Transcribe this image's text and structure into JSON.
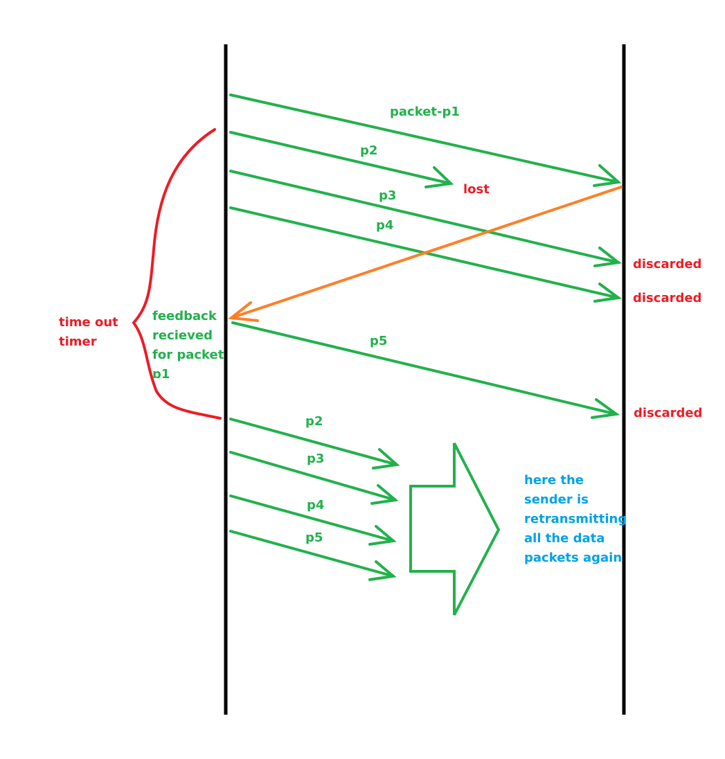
{
  "colors": {
    "packet": "#22b14c",
    "feedback": "#ff7f27",
    "error": "#ed1c24",
    "note": "#00a2e8",
    "timeline": "#000000"
  },
  "packets": {
    "p1": "packet-p1",
    "p2": "p2",
    "p3": "p3",
    "p4": "p4",
    "p5": "p5",
    "retx_p2": "p2",
    "retx_p3": "p3",
    "retx_p4": "p4",
    "retx_p5": "p5"
  },
  "status": {
    "lost": "lost",
    "discarded_p3": "discarded",
    "discarded_p4": "discarded",
    "discarded_p5": "discarded"
  },
  "timer": {
    "line1": "time out",
    "line2": "timer"
  },
  "feedback": {
    "line1": "feedback",
    "line2": "recieved",
    "line3": "for packet",
    "line4": "p1"
  },
  "note": {
    "line1": "here the",
    "line2": "sender is",
    "line3": "retransmitting",
    "line4": "all the data",
    "line5": "packets again"
  }
}
